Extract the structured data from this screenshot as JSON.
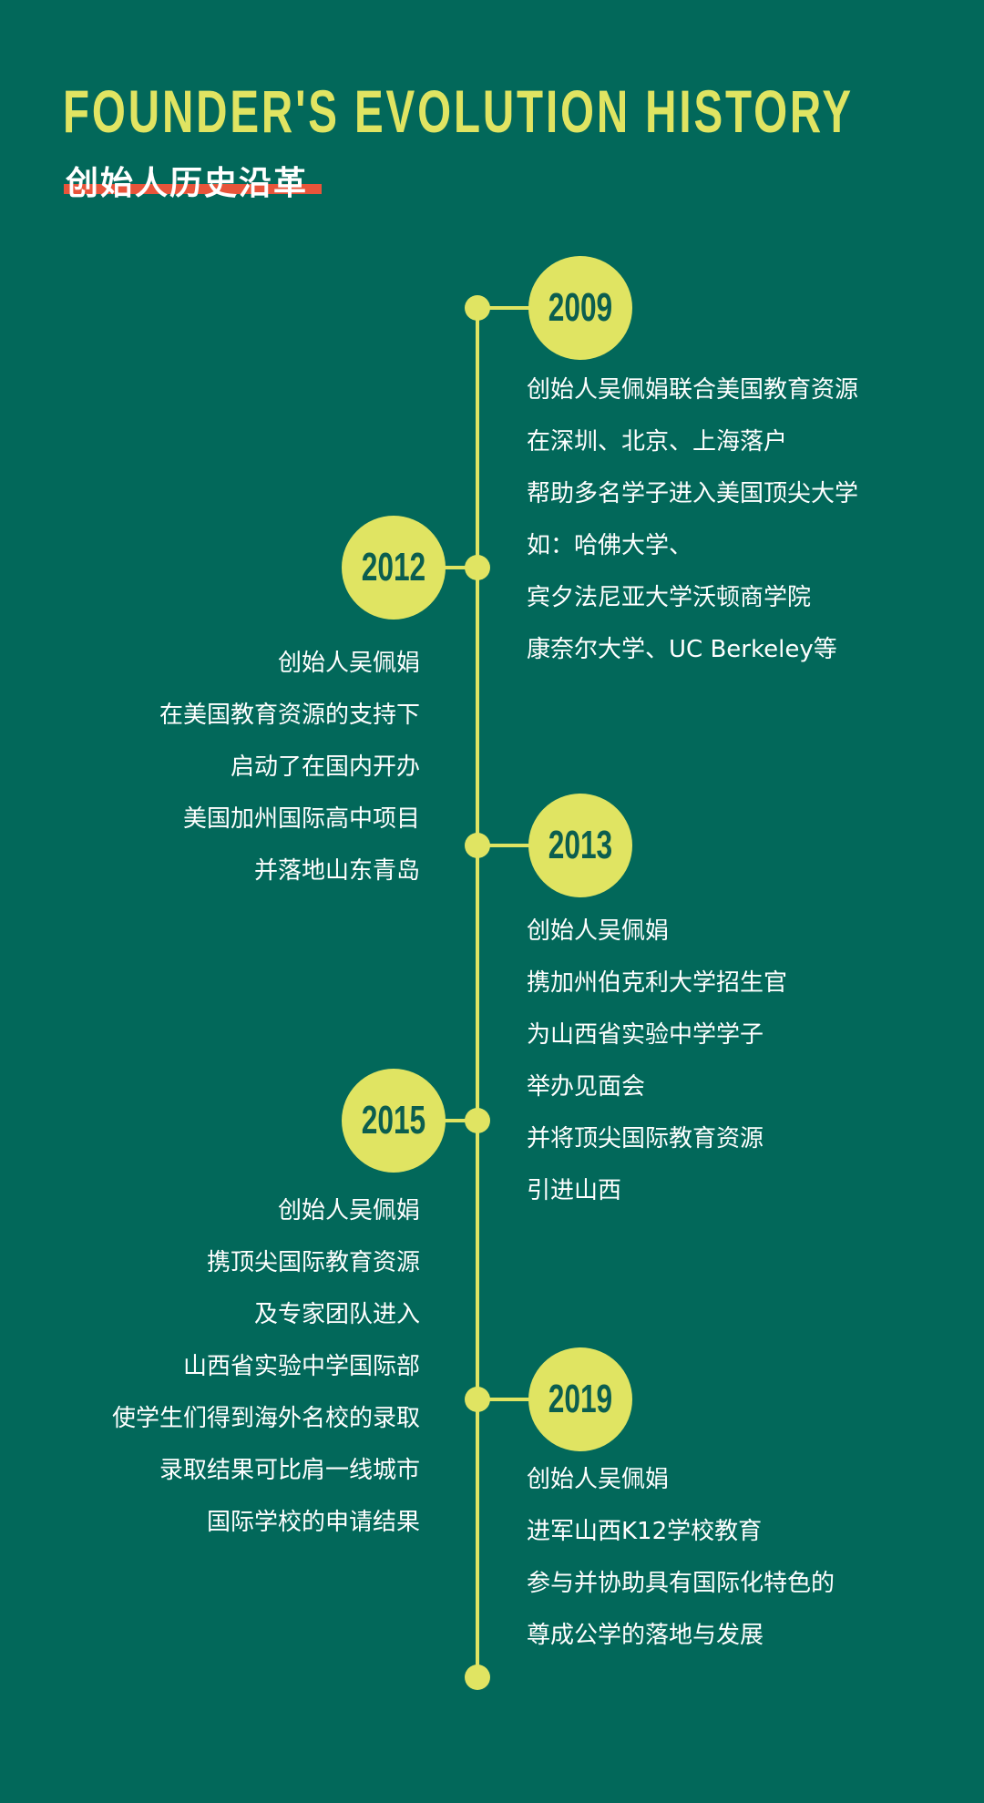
{
  "header": {
    "title": "FOUNDER'S EVOLUTION HISTORY",
    "subtitle": "创始人历史沿革"
  },
  "colors": {
    "background": "#02685a",
    "accent": "#e0e462",
    "underline": "#e8543a"
  },
  "timeline": [
    {
      "year": "2009",
      "lines": [
        "创始人吴佩娟联合美国教育资源",
        "在深圳、北京、上海落户",
        "帮助多名学子进入美国顶尖大学",
        "如：哈佛大学、",
        "宾夕法尼亚大学沃顿商学院",
        "康奈尔大学、UC Berkeley等"
      ]
    },
    {
      "year": "2012",
      "lines": [
        "创始人吴佩娟",
        "在美国教育资源的支持下",
        "启动了在国内开办",
        "美国加州国际高中项目",
        "并落地山东青岛"
      ]
    },
    {
      "year": "2013",
      "lines": [
        "创始人吴佩娟",
        "携加州伯克利大学招生官",
        "为山西省实验中学学子",
        "举办见面会",
        "并将顶尖国际教育资源",
        "引进山西"
      ]
    },
    {
      "year": "2015",
      "lines": [
        "创始人吴佩娟",
        "携顶尖国际教育资源",
        "及专家团队进入",
        "山西省实验中学国际部",
        "使学生们得到海外名校的录取",
        "录取结果可比肩一线城市",
        "国际学校的申请结果"
      ]
    },
    {
      "year": "2019",
      "lines": [
        "创始人吴佩娟",
        "进军山西K12学校教育",
        "参与并协助具有国际化特色的",
        "尊成公学的落地与发展"
      ]
    }
  ]
}
